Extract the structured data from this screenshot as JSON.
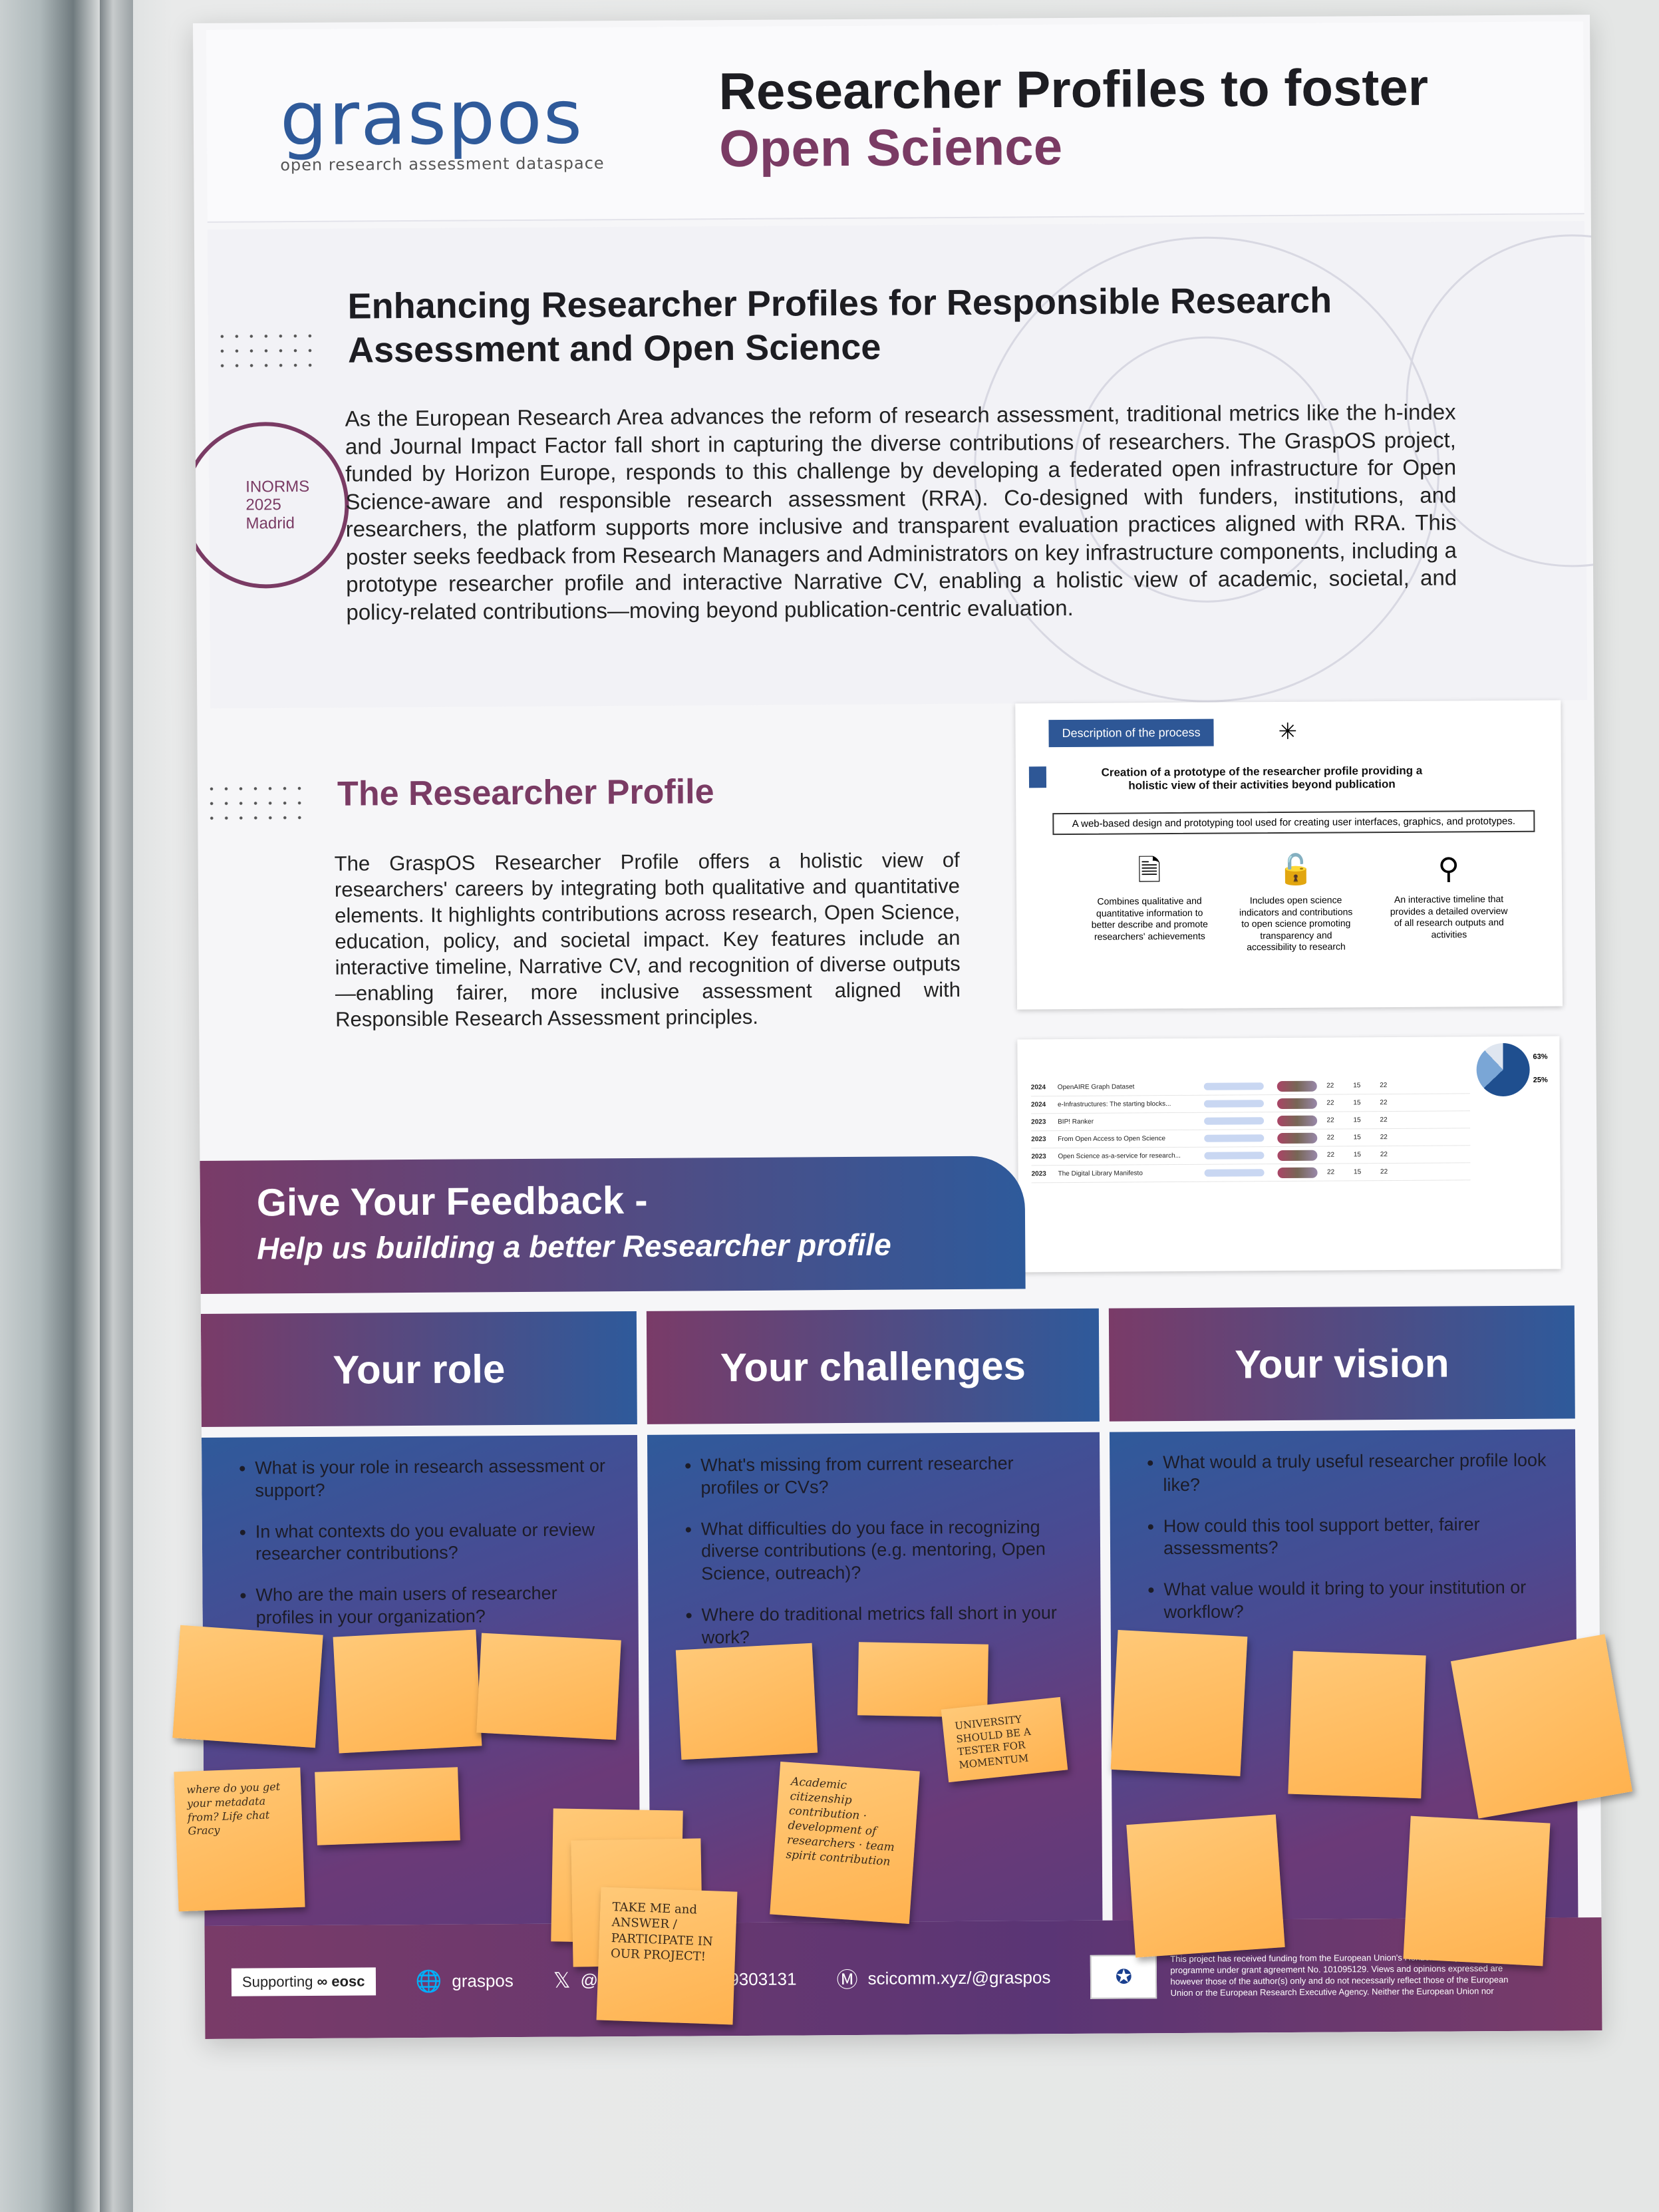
{
  "header": {
    "logo_word": "graspos",
    "logo_tagline": "open research assessment dataspace",
    "title_line1": "Researcher Profiles to foster",
    "title_line2": "Open Science"
  },
  "intro": {
    "heading": "Enhancing Researcher Profiles for Responsible Research Assessment and Open Science",
    "badge": "INORMS 2025 Madrid",
    "paragraph": "As the European Research Area advances the reform of research assessment, traditional metrics like the h-index and Journal Impact Factor fall short in capturing the diverse contributions of researchers. The GraspOS project, funded by Horizon Europe, responds to this challenge by developing a federated open infrastructure for Open Science-aware and responsible research assessment (RRA). Co-designed with funders, institutions, and researchers, the platform supports more inclusive and transparent evaluation practices aligned with RRA. This poster seeks feedback from Research Managers and Administrators on key infrastructure components, including a prototype researcher profile and interactive Narrative CV, enabling a holistic view of academic, societal, and policy-related contributions—moving beyond publication-centric evaluation."
  },
  "profile": {
    "heading": "The Researcher Profile",
    "paragraph": "The GraspOS Researcher Profile offers a holistic view of researchers' careers by integrating both qualitative and quantitative elements. It highlights contributions across research, Open Science, education, policy, and societal impact. Key features include an interactive timeline, Narrative CV, and recognition of diverse outputs—enabling fairer, more inclusive assessment aligned with Responsible Research Assessment principles."
  },
  "process_slide": {
    "label": "Description of the process",
    "title": "Creation of a prototype of the researcher profile providing a holistic view of their activities beyond publication",
    "tool": "A web-based design and prototyping tool used for creating user interfaces, graphics, and prototypes.",
    "features": [
      {
        "icon": "document-icon",
        "text": "Combines qualitative and quantitative information to better describe and promote researchers' achievements"
      },
      {
        "icon": "open-lock-icon",
        "text": "Includes open science indicators and contributions to open science promoting transparency and accessibility to research"
      },
      {
        "icon": "timeline-icon",
        "text": "An interactive timeline that provides a detailed overview of all research outputs and activities"
      }
    ]
  },
  "table_slide": {
    "rows": [
      {
        "year": "2024",
        "name": "OpenAIRE Graph Dataset",
        "a": "22",
        "b": "15",
        "c": "22"
      },
      {
        "year": "2024",
        "name": "e-Infrastructures: The starting blocks...",
        "a": "22",
        "b": "15",
        "c": "22"
      },
      {
        "year": "2023",
        "name": "BIP! Ranker",
        "a": "22",
        "b": "15",
        "c": "22"
      },
      {
        "year": "2023",
        "name": "From Open Access to Open Science",
        "a": "22",
        "b": "15",
        "c": "22"
      },
      {
        "year": "2023",
        "name": "Open Science as-a-service for research...",
        "a": "22",
        "b": "15",
        "c": "22"
      },
      {
        "year": "2023",
        "name": "The Digital Library Manifesto",
        "a": "22",
        "b": "15",
        "c": "22"
      }
    ],
    "pie_a": "63%",
    "pie_b": "25%"
  },
  "feedback": {
    "line1": "Give Your Feedback -",
    "line2": "Help us building a better Researcher profile"
  },
  "columns": [
    {
      "title": "Your role",
      "items": [
        "What is your role in research assessment or support?",
        "In what contexts do you evaluate or review researcher contributions?",
        "Who are the main users of researcher profiles in your organization?"
      ]
    },
    {
      "title": "Your challenges",
      "items": [
        "What's missing from current researcher profiles or CVs?",
        "What difficulties do you face in recognizing diverse contributions (e.g. mentoring, Open Science, outreach)?",
        "Where do traditional metrics fall short in your work?"
      ]
    },
    {
      "title": "Your vision",
      "items": [
        "What would a truly useful researcher profile look like?",
        "How could this tool support better, fairer assessments?",
        "What value would it bring to your institution or workflow?"
      ]
    }
  ],
  "notes": {
    "n1": "where do you get your metadata from? Life chat Gracy",
    "n2": "Academic citizenship contribution · development of researchers · team spirit contribution",
    "n3": "UNIVERSITY SHOULD BE A TESTER FOR MOMENTUM",
    "n4": "TAKE ME and ANSWER / PARTICIPATE IN OUR PROJECT!"
  },
  "footer": {
    "supporting": "Supporting",
    "eosc": "eosc",
    "web": "graspos",
    "x": "@GraspOS_p",
    "zenodo": "9303131",
    "mastodon": "scicomm.xyz/@graspos",
    "funding": "This project has received funding from the European Union's Horizon Europe framework programme under grant agreement No. 101095129. Views and opinions expressed are however those of the author(s) only and do not necessarily reflect those of the European Union or the European Research Executive Agency. Neither the European Union nor"
  },
  "colors": {
    "purple": "#7a3b64",
    "blue": "#2e5796",
    "note": "#ffb24f"
  }
}
